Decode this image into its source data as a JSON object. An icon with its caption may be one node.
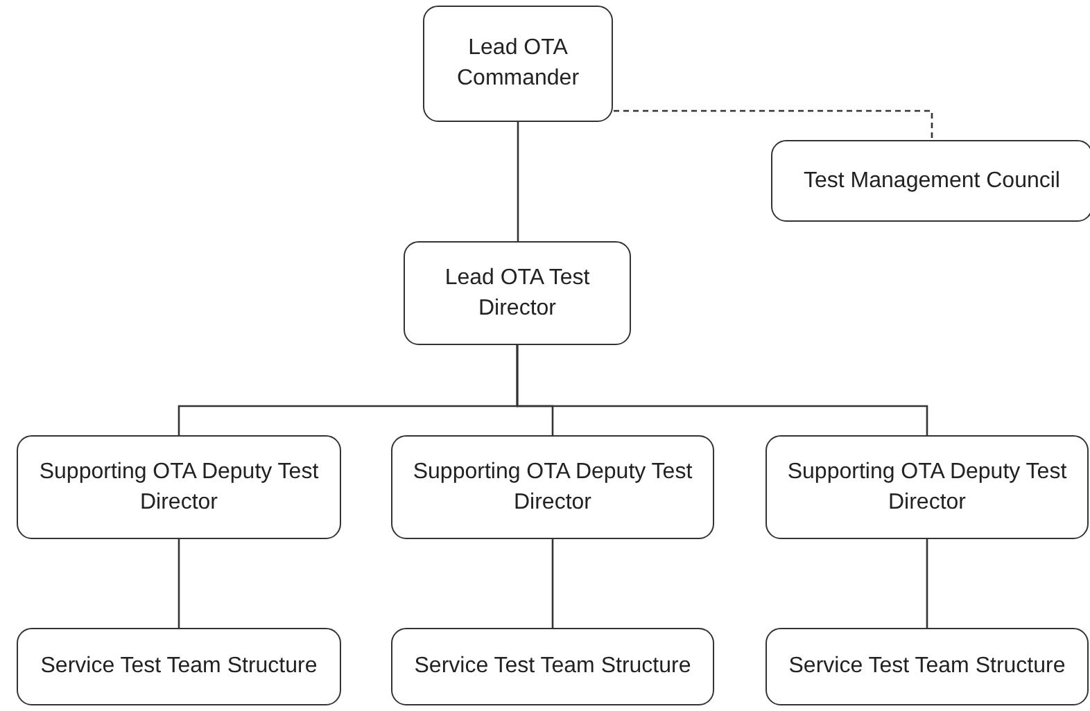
{
  "diagram": {
    "nodes": [
      {
        "text": [
          "Lead OTA Commander"
        ]
      },
      {
        "text": [
          "Test Management Council"
        ]
      },
      {
        "text": [
          "Lead OTA Test Director"
        ]
      },
      {
        "text": [
          "Supporting OTA Deputy Test Director"
        ]
      },
      {
        "text": [
          "Supporting OTA Deputy Test Director"
        ]
      },
      {
        "text": [
          "Supporting OTA Deputy Test Director"
        ]
      },
      {
        "text": [
          "Service Test Team Structure"
        ]
      },
      {
        "text": [
          "Service Test Team Structure"
        ]
      },
      {
        "text": [
          "Service Test Team Structure"
        ]
      }
    ],
    "edges": [
      {
        "from": 0,
        "to": 2,
        "arrow": "none"
      },
      {
        "from": 0,
        "to": 1,
        "arrow": "none",
        "style": "dashed"
      },
      {
        "from": 2,
        "to": 3,
        "arrow": "none"
      },
      {
        "from": 2,
        "to": 4,
        "arrow": "none"
      },
      {
        "from": 2,
        "to": 5,
        "arrow": "none"
      },
      {
        "from": 3,
        "to": 6,
        "arrow": "none"
      },
      {
        "from": 4,
        "to": 7,
        "arrow": "none"
      },
      {
        "from": 5,
        "to": 8,
        "arrow": "none"
      }
    ]
  }
}
